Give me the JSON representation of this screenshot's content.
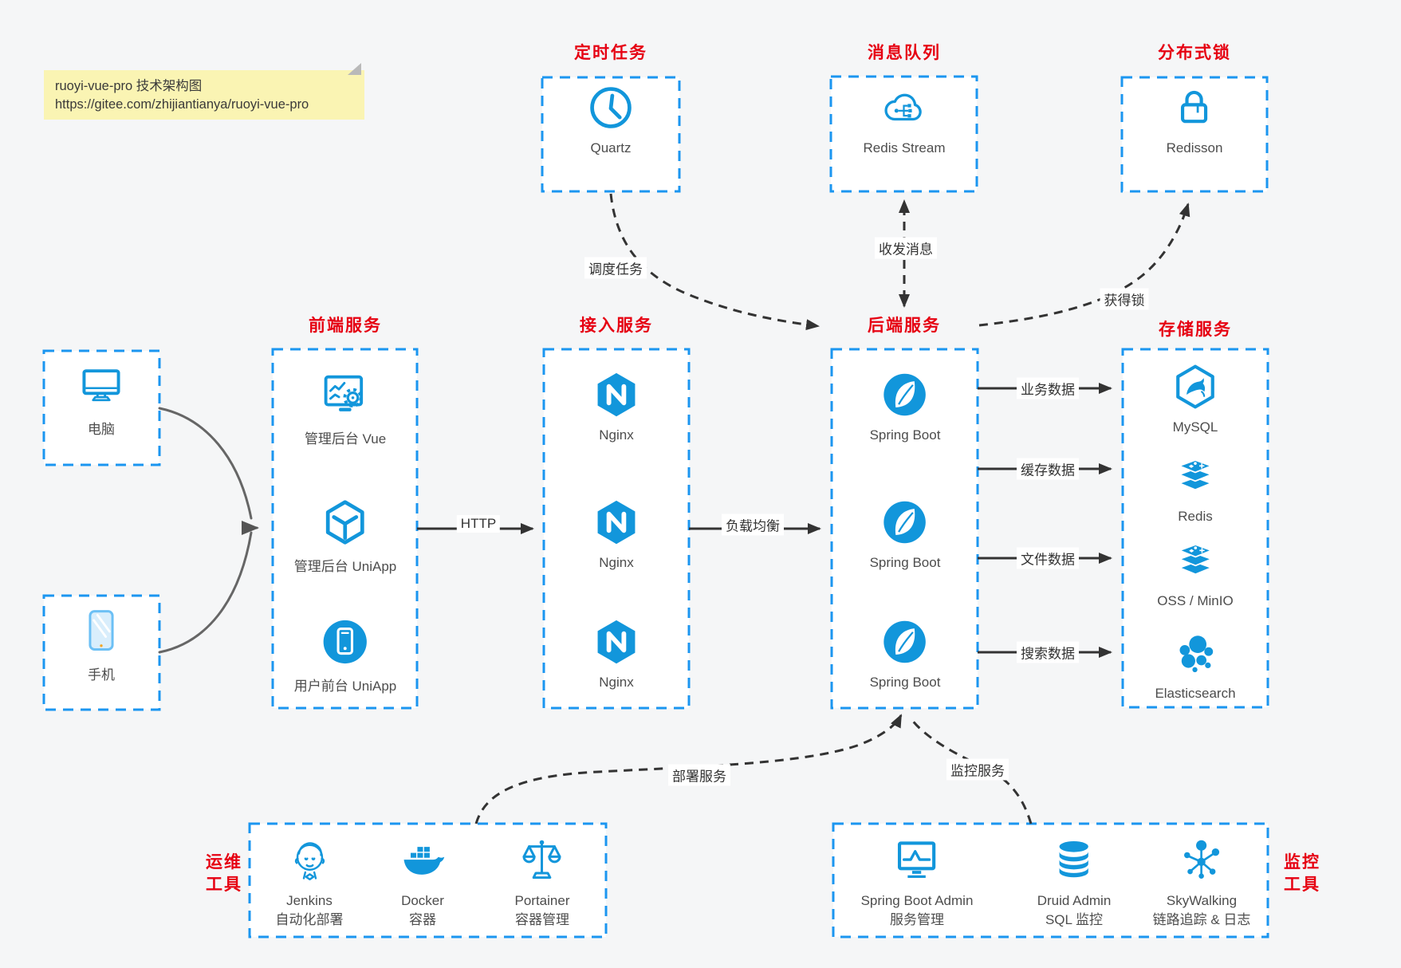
{
  "note": {
    "title": "ruoyi-vue-pro 技术架构图",
    "url": "https://gitee.com/zhijiantianya/ruoyi-vue-pro"
  },
  "colors": {
    "icon_blue": "#1296db",
    "border_blue": "#1b96f0",
    "title_red": "#e60012",
    "note_yellow": "#faf4b3",
    "canvas_bg": "#f5f6f7",
    "edge_dark": "#333333"
  },
  "top_groups": {
    "scheduler": {
      "title": "定时任务",
      "node": {
        "label": "Quartz",
        "icon": "clock-icon"
      }
    },
    "mq": {
      "title": "消息队列",
      "node": {
        "label": "Redis Stream",
        "icon": "cloud-stream-icon"
      }
    },
    "lock": {
      "title": "分布式锁",
      "node": {
        "label": "Redisson",
        "icon": "padlock-icon"
      }
    }
  },
  "clients": {
    "pc": {
      "label": "电脑"
    },
    "mobile": {
      "label": "手机"
    }
  },
  "columns": {
    "frontend": {
      "title": "前端服务",
      "items": [
        {
          "label": "管理后台 Vue"
        },
        {
          "label": "管理后台 UniApp"
        },
        {
          "label": "用户前台 UniApp"
        }
      ]
    },
    "gateway": {
      "title": "接入服务",
      "items": [
        {
          "label": "Nginx"
        },
        {
          "label": "Nginx"
        },
        {
          "label": "Nginx"
        }
      ]
    },
    "backend": {
      "title": "后端服务",
      "items": [
        {
          "label": "Spring Boot"
        },
        {
          "label": "Spring Boot"
        },
        {
          "label": "Spring Boot"
        }
      ]
    },
    "storage": {
      "title": "存储服务",
      "items": [
        {
          "label": "MySQL"
        },
        {
          "label": "Redis"
        },
        {
          "label": "OSS / MinIO"
        },
        {
          "label": "Elasticsearch"
        }
      ]
    }
  },
  "bottom_groups": {
    "ops": {
      "title_line1": "运维",
      "title_line2": "工具",
      "items": [
        {
          "name": "Jenkins",
          "desc": "自动化部署"
        },
        {
          "name": "Docker",
          "desc": "容器"
        },
        {
          "name": "Portainer",
          "desc": "容器管理"
        }
      ]
    },
    "monitoring": {
      "title_line1": "监控",
      "title_line2": "工具",
      "items": [
        {
          "name": "Spring Boot Admin",
          "desc": "服务管理"
        },
        {
          "name": "Druid Admin",
          "desc": "SQL 监控"
        },
        {
          "name": "SkyWalking",
          "desc": "链路追踪 & 日志"
        }
      ]
    }
  },
  "edge_labels": {
    "http": "HTTP",
    "load_balance": "负载均衡",
    "schedule": "调度任务",
    "messages": "收发消息",
    "acquire_lock": "获得锁",
    "business_data": "业务数据",
    "cache_data": "缓存数据",
    "file_data": "文件数据",
    "search_data": "搜索数据",
    "deploy": "部署服务",
    "monitor": "监控服务"
  }
}
